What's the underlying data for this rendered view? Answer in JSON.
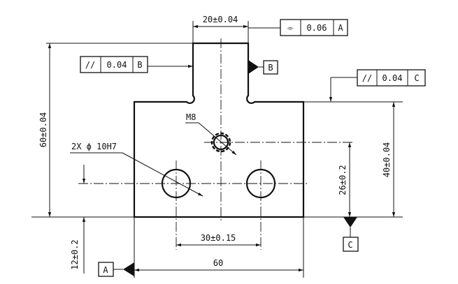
{
  "dimensions": {
    "top_width": "20±0.04",
    "overall_height": "60±0.04",
    "body_height": "40±0.04",
    "hole_height": "26±0.2",
    "hole_spacing": "30±0.15",
    "bottom_offset": "12±0.2",
    "overall_width": "60"
  },
  "callouts": {
    "thread": "M8",
    "holes": "2X ϕ 10H7"
  },
  "frames": {
    "symmetry": {
      "symbol": "⌯",
      "tolerance": "0.06",
      "datum": "A"
    },
    "parallel_b": {
      "symbol": "//",
      "tolerance": "0.04",
      "datum": "B"
    },
    "parallel_c": {
      "symbol": "//",
      "tolerance": "0.04",
      "datum": "C"
    }
  },
  "datums": {
    "a": "A",
    "b": "B",
    "c": "C"
  }
}
